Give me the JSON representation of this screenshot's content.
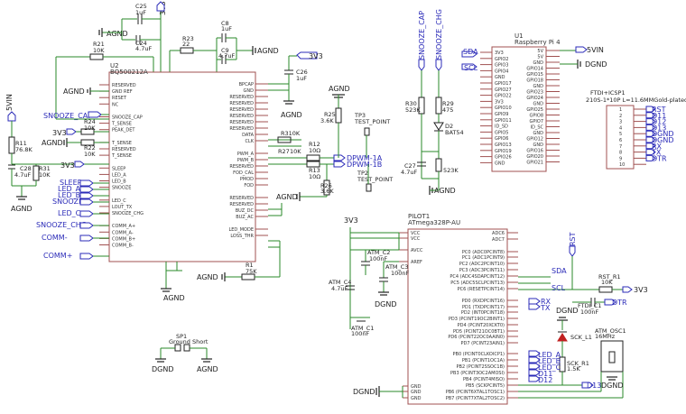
{
  "top": {
    "c25_ref": "C25",
    "c25_val": "1uF",
    "c24_ref": "C24",
    "c24_val": "4.7uF",
    "c8_ref": "C8",
    "c8_val": "1uF",
    "c9_ref": "C9",
    "c9_val": "4.7uF",
    "r23_ref": "R23",
    "r23_val": "22",
    "r21_ref": "R21",
    "r21_val": "10K",
    "agnd": "AGND",
    "v3v3": "3V3",
    "c26_ref": "C26",
    "c26_val": "1uF"
  },
  "u2": {
    "ref": "U2",
    "part": "BQ500212A",
    "left_pins": [
      "RESERVED",
      "GND REF",
      "RESET",
      "NC",
      "",
      "SNOOZE_CAP",
      "T_SENSE",
      "PEAK_DET",
      "",
      "T_SENSE",
      "RESERVED",
      "T_SENSE",
      "",
      "SLEEP",
      "LED_A",
      "LED_B",
      "SNOOZE",
      "",
      "LED_C",
      "LOUT_TX",
      "SNOOZE_CHG",
      "",
      "COMM_A+",
      "COMM_A-",
      "COMM_B+",
      "COMM_B-"
    ],
    "right_pins": [
      "BPCAP",
      "GND",
      "RESERVED",
      "RESERVED",
      "RESERVED",
      "RESERVED",
      "RESERVED",
      "RESERVED",
      "DATA",
      "CLK",
      "",
      "PWM_A",
      "PWM_B",
      "RESERVED",
      "FOD_CAL",
      "PMOD",
      "FOD",
      "",
      "RESERVED",
      "RESERVED",
      "BUZ_DC",
      "BUZ_AC",
      "",
      "LED_MODE",
      "LOSS_THR"
    ]
  },
  "left": {
    "svin": "5VIN",
    "r11_ref": "R11",
    "r11_val": "76.8K",
    "c28_ref": "C28",
    "c28_val": "4.7uF",
    "r31_ref": "R31",
    "r31_val": "10K",
    "agnd": "AGND",
    "snooze_cap": "SNOOZE_CAP",
    "v3v3": "3V3",
    "agnd2": "AGND",
    "r24_ref": "R24",
    "r24_val": "10K",
    "r22_ref": "R22",
    "r22_val": "10K",
    "sleep": "SLEEP",
    "led_a": "LED_A",
    "led_b": "LED_B",
    "snooze": "SNOOZE",
    "led_c": "LED_C",
    "snooze_chg": "SNOOZE_CHG",
    "comm_minus": "COMM-",
    "comm_plus": "COMM+"
  },
  "right_of_u2": {
    "r310k": "R310K",
    "r12_ref": "R12",
    "r12_val": "10Ω",
    "r27_ref": "R27",
    "r27_val": "10K",
    "r13_ref": "R13",
    "r13_val": "10Ω",
    "dpwm1a": "DPWM-1A",
    "dpwm1b": "DPWM-1B",
    "r25_ref": "R25",
    "r25_val": "3.6K",
    "tp3": "TP3",
    "tp3_label": "TEST_POINT",
    "tp2": "TP2",
    "tp2_label": "TEST_POINT",
    "r26_ref": "R26",
    "r26_val": "3.6K",
    "agnd": "AGND",
    "r1_ref": "R1",
    "r1_val": "75K"
  },
  "snooze_nets": {
    "cap": "SNOOZE_CAP",
    "chg": "SNOOZE_CHG"
  },
  "r30": {
    "ref": "R30",
    "val": "523K"
  },
  "r29": {
    "ref": "R29",
    "val": "475"
  },
  "d2": {
    "ref": "D2",
    "val": "BAT54"
  },
  "c27": {
    "ref": "C27",
    "val": "4.7uF"
  },
  "r28val": "523K",
  "u1": {
    "ref": "U1",
    "part": "Raspberry Pi 4",
    "left_pins": [
      "3V3",
      "GPIO2",
      "GPIO3",
      "GPIO4",
      "GND",
      "GPIO17",
      "GPIO27",
      "GPIO22",
      "3V3",
      "GPIO10",
      "GPIO9",
      "GPIO11",
      "ID_SD",
      "GPIO5",
      "GPIO6",
      "GPIO13",
      "GPIO19",
      "GPIO26",
      "GND"
    ],
    "right_pins": [
      "5V",
      "5V",
      "GND",
      "GPIO14",
      "GPIO15",
      "GPIO18",
      "GND",
      "GPIO23",
      "GPIO24",
      "GND",
      "GPIO25",
      "GPIO8",
      "GPIO7",
      "ID_SC",
      "GND",
      "GPIO12",
      "GND",
      "GPIO16",
      "GPIO20",
      "GPIO21"
    ],
    "sda": "SDA",
    "scl": "SCL",
    "svin": "5VIN",
    "dgnd": "DGND"
  },
  "ftdi": {
    "title": "FTDI+ICSP1",
    "subtitle": "210S-1*10P L=11.6MMGold-plated black",
    "pins": [
      "1",
      "2",
      "3",
      "4",
      "5",
      "6",
      "7",
      "8",
      "9",
      "10"
    ],
    "nets": [
      "RST",
      "D11",
      "D12",
      "D13",
      "DGND",
      "DGND",
      "RX",
      "TX",
      "DTR"
    ]
  },
  "pilot": {
    "ref": "PILOT1",
    "part": "ATmega328P-AU",
    "v3v3": "3V3",
    "top_left": [
      "VCC",
      "VCC",
      "AVCC",
      "AREF"
    ],
    "bot_left": [
      "GND",
      "GND",
      "GND"
    ],
    "right_pins": [
      "ADC6",
      "ADC7",
      "PC0 (ADC0PCINT8)",
      "PC1 (ADC1PCINT9)",
      "PC2 (ADC2PCINT10)",
      "PC3 (ADC3PCINT11)",
      "PC4 (ADC4SDAPCINT12)",
      "PC5 (ADC5SCLPCINT13)",
      "PC6 (RESETPCINT14)",
      "PD0 (RXDPCINT16)",
      "PD1 (TXDPCINT17)",
      "PD2 (INT0PCINT18)",
      "PD3 (PCINT19OC2BINT1)",
      "PD4 (PCINT20XCKT0)",
      "PD5 (PCINT21OC0BT1)",
      "PD6 (PCINT22OC0AAIN0)",
      "PD7 (PCINT23AIN1)",
      "PB0 (PCINT0CLKOICP1)",
      "PB1 (PCINT1OC1A)",
      "PB2 (PCINT2SSOC1B)",
      "PB3 (PCINT3OC2AMOSI)",
      "PB4 (PCINT4MISO)",
      "PB5 (SCKPCINT5)",
      "PB6 (PCINT6XTAL1TOSC1)",
      "PB7 (PCINT7XTAL2TOSC2)"
    ]
  },
  "caps": {
    "c2_ref": "ATM_C2",
    "c2_val": "100nF",
    "c3_ref": "ATM_C3",
    "c3_val": "100nF",
    "c4_ref": "ATM_C4",
    "c4_val": "4.7uF",
    "c1_ref": "ATM_C1",
    "c1_val": "100nF",
    "dgnd": "DGND"
  },
  "sp1": {
    "ref": "SP1",
    "label": "Ground Short",
    "dgnd": "DGND",
    "agnd": "AGND"
  },
  "reset": {
    "rst": "RST",
    "r1_ref": "RST_R1",
    "r1_val": "10K",
    "v3v3": "3V3",
    "ftdi_c1": "FTDI_C1",
    "ftdi_c1_val": "100nF",
    "dtr": "DTR",
    "sda": "SDA",
    "scl": "SCL",
    "rx": "RX",
    "tx": "TX"
  },
  "led": {
    "dgnd": "DGND",
    "l1": "SCK_L1",
    "r1_ref": "SCK_R1",
    "r1_val": "1.5K",
    "osc_ref": "ATM_OSC1",
    "osc_val": "16MHz",
    "dgnd2": "DGND",
    "led_a": "LED_A",
    "led_b": "LED_B",
    "led_c": "LED_C",
    "d11": "D11",
    "d12": "D12",
    "d13": "D13",
    "dgnd3": "DGND"
  }
}
